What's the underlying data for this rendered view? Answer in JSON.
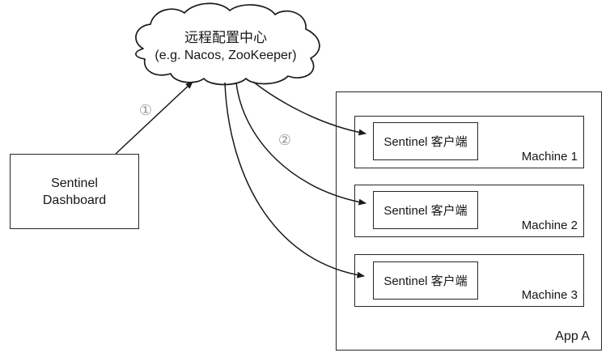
{
  "diagram": {
    "cloud": {
      "title": "远程配置中心",
      "subtitle": "(e.g. Nacos, ZooKeeper)"
    },
    "dashboard": {
      "label": "Sentinel\nDashboard"
    },
    "app": {
      "label": "App A",
      "machines": [
        {
          "label": "Machine 1",
          "client_label": "Sentinel 客户端"
        },
        {
          "label": "Machine 2",
          "client_label": "Sentinel 客户端"
        },
        {
          "label": "Machine 3",
          "client_label": "Sentinel 客户端"
        }
      ]
    },
    "annotations": {
      "step1": "①",
      "step2": "②"
    },
    "colors": {
      "stroke": "#1a1a1a",
      "annotation": "#979797",
      "background": "#ffffff"
    }
  }
}
